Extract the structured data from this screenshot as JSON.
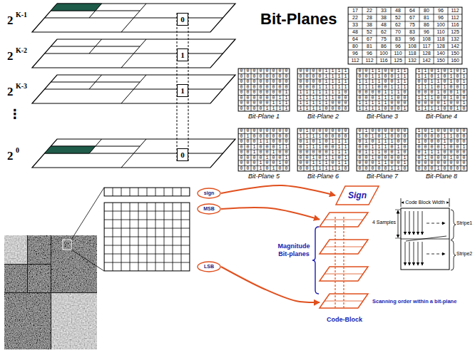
{
  "diagram": {
    "title": "Bit-Planes",
    "nodes": [
      {
        "text": [
          "0"
        ]
      },
      {
        "text": [
          "1"
        ]
      },
      {
        "text": [
          "1"
        ]
      },
      {
        "text": [
          "0"
        ]
      },
      {
        "text": [
          "sign"
        ]
      },
      {
        "text": [
          "MSB"
        ]
      },
      {
        "text": [
          "LSB"
        ]
      },
      {
        "text": [
          "Sign"
        ]
      },
      {
        "text": [
          "Code-Block"
        ]
      }
    ],
    "edges": [
      {
        "from": 4,
        "to": 7,
        "arrow": "to"
      },
      {
        "from": 5,
        "to": 8,
        "arrow": "to"
      },
      {
        "from": 6,
        "to": 8,
        "arrow": "to"
      }
    ],
    "labels": [
      "2",
      "K-1",
      "2",
      "K-2",
      "2",
      "K-3",
      "⋮",
      "2",
      "0",
      "17",
      "22",
      "33",
      "48",
      "64",
      "80",
      "96",
      "112",
      "22",
      "28",
      "38",
      "52",
      "67",
      "81",
      "96",
      "112",
      "33",
      "38",
      "48",
      "62",
      "75",
      "86",
      "100",
      "116",
      "48",
      "52",
      "62",
      "70",
      "83",
      "96",
      "110",
      "125",
      "64",
      "67",
      "75",
      "83",
      "96",
      "108",
      "118",
      "132",
      "80",
      "81",
      "86",
      "96",
      "108",
      "117",
      "128",
      "142",
      "96",
      "96",
      "100",
      "110",
      "118",
      "128",
      "140",
      "150",
      "112",
      "112",
      "116",
      "125",
      "132",
      "142",
      "150",
      "160",
      "0",
      "0",
      "0",
      "0",
      "0",
      "0",
      "0",
      "0",
      "0",
      "0",
      "0",
      "0",
      "0",
      "0",
      "0",
      "0",
      "0",
      "0",
      "0",
      "0",
      "0",
      "0",
      "0",
      "0",
      "0",
      "0",
      "0",
      "0",
      "0",
      "0",
      "0",
      "0",
      "0",
      "0",
      "0",
      "0",
      "0",
      "0",
      "0",
      "1",
      "0",
      "0",
      "0",
      "0",
      "0",
      "0",
      "1",
      "1",
      "0",
      "0",
      "0",
      "0",
      "0",
      "1",
      "1",
      "1",
      "0",
      "0",
      "0",
      "0",
      "1",
      "1",
      "1",
      "1",
      "Bit-Plane 1",
      "0",
      "0",
      "0",
      "0",
      "1",
      "1",
      "1",
      "1",
      "0",
      "0",
      "0",
      "0",
      "1",
      "1",
      "1",
      "1",
      "0",
      "0",
      "0",
      "0",
      "1",
      "1",
      "1",
      "1",
      "0",
      "0",
      "0",
      "1",
      "1",
      "1",
      "1",
      "1",
      "1",
      "1",
      "1",
      "1",
      "1",
      "1",
      "1",
      "0",
      "1",
      "1",
      "1",
      "1",
      "1",
      "1",
      "0",
      "0",
      "1",
      "1",
      "1",
      "1",
      "1",
      "0",
      "0",
      "0",
      "1",
      "1",
      "1",
      "1",
      "0",
      "0",
      "0",
      "0",
      "Bit-Plane 2",
      "0",
      "0",
      "1",
      "1",
      "0",
      "0",
      "1",
      "1",
      "0",
      "0",
      "1",
      "1",
      "0",
      "0",
      "1",
      "1",
      "1",
      "1",
      "1",
      "1",
      "0",
      "0",
      "1",
      "1",
      "1",
      "1",
      "1",
      "0",
      "0",
      "1",
      "1",
      "1",
      "0",
      "0",
      "0",
      "0",
      "1",
      "1",
      "1",
      "0",
      "0",
      "0",
      "0",
      "1",
      "1",
      "1",
      "0",
      "0",
      "1",
      "1",
      "1",
      "1",
      "1",
      "0",
      "0",
      "0",
      "1",
      "1",
      "1",
      "1",
      "0",
      "0",
      "0",
      "1",
      "Bit-Plane 3",
      "1",
      "1",
      "0",
      "1",
      "0",
      "1",
      "0",
      "1",
      "1",
      "1",
      "0",
      "1",
      "0",
      "1",
      "0",
      "1",
      "0",
      "0",
      "1",
      "1",
      "0",
      "1",
      "0",
      "1",
      "1",
      "1",
      "1",
      "0",
      "1",
      "0",
      "0",
      "1",
      "0",
      "0",
      "0",
      "1",
      "0",
      "0",
      "1",
      "0",
      "1",
      "1",
      "1",
      "0",
      "0",
      "1",
      "0",
      "0",
      "0",
      "0",
      "0",
      "0",
      "1",
      "0",
      "0",
      "1",
      "1",
      "1",
      "1",
      "1",
      "0",
      "0",
      "1",
      "0",
      "Bit-Plane 4",
      "0",
      "0",
      "0",
      "0",
      "0",
      "0",
      "0",
      "0",
      "0",
      "1",
      "0",
      "0",
      "0",
      "0",
      "0",
      "0",
      "0",
      "0",
      "0",
      "1",
      "1",
      "0",
      "0",
      "0",
      "0",
      "0",
      "1",
      "0",
      "0",
      "0",
      "1",
      "1",
      "0",
      "0",
      "1",
      "0",
      "0",
      "1",
      "0",
      "0",
      "0",
      "0",
      "0",
      "0",
      "1",
      "0",
      "0",
      "1",
      "0",
      "0",
      "0",
      "1",
      "0",
      "0",
      "1",
      "0",
      "0",
      "0",
      "0",
      "1",
      "0",
      "1",
      "0",
      "0",
      "Bit-Plane 5",
      "0",
      "1",
      "0",
      "0",
      "0",
      "0",
      "0",
      "0",
      "1",
      "1",
      "1",
      "1",
      "0",
      "0",
      "0",
      "0",
      "0",
      "1",
      "0",
      "1",
      "0",
      "1",
      "1",
      "1",
      "0",
      "1",
      "1",
      "1",
      "0",
      "0",
      "1",
      "1",
      "0",
      "0",
      "0",
      "0",
      "0",
      "1",
      "1",
      "1",
      "0",
      "0",
      "1",
      "0",
      "1",
      "1",
      "0",
      "1",
      "0",
      "0",
      "1",
      "1",
      "1",
      "0",
      "1",
      "1",
      "0",
      "0",
      "1",
      "1",
      "1",
      "1",
      "1",
      "0",
      "Bit-Plane 6",
      "0",
      "1",
      "0",
      "0",
      "0",
      "0",
      "0",
      "0",
      "1",
      "0",
      "1",
      "0",
      "1",
      "0",
      "0",
      "0",
      "0",
      "1",
      "0",
      "1",
      "1",
      "1",
      "0",
      "0",
      "0",
      "0",
      "1",
      "1",
      "1",
      "0",
      "1",
      "0",
      "0",
      "1",
      "1",
      "1",
      "0",
      "0",
      "1",
      "0",
      "0",
      "0",
      "1",
      "0",
      "0",
      "0",
      "0",
      "1",
      "0",
      "0",
      "0",
      "1",
      "1",
      "0",
      "0",
      "1",
      "0",
      "0",
      "0",
      "0",
      "0",
      "1",
      "1",
      "0",
      "Bit-Plane 7",
      "1",
      "0",
      "1",
      "0",
      "0",
      "0",
      "0",
      "0",
      "0",
      "0",
      "0",
      "0",
      "1",
      "1",
      "0",
      "0",
      "1",
      "0",
      "0",
      "0",
      "1",
      "0",
      "0",
      "0",
      "0",
      "0",
      "0",
      "0",
      "1",
      "0",
      "0",
      "1",
      "0",
      "1",
      "1",
      "1",
      "0",
      "0",
      "0",
      "0",
      "0",
      "1",
      "0",
      "0",
      "0",
      "1",
      "0",
      "0",
      "0",
      "0",
      "0",
      "0",
      "0",
      "0",
      "0",
      "0",
      "0",
      "0",
      "0",
      "1",
      "0",
      "0",
      "0",
      "0",
      "Bit-Plane 8",
      "Magnitude Bit-planes",
      "Code Block Width",
      "4 Samples",
      "Stripe1",
      "Stripe2",
      "Scanning order within a bit-plane"
    ]
  }
}
